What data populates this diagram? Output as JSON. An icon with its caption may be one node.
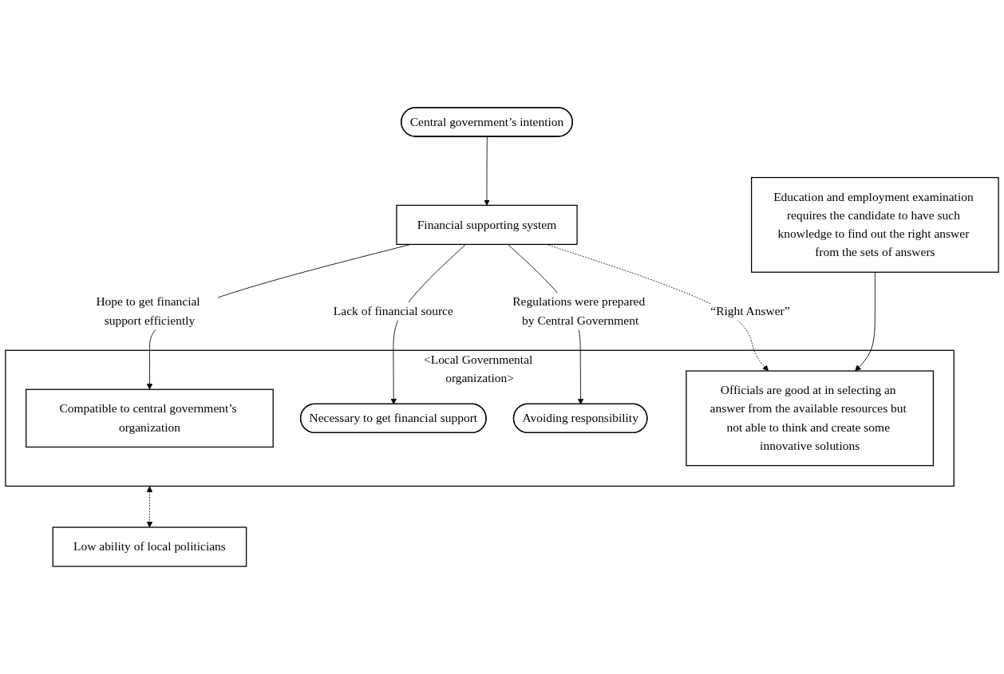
{
  "diagram": {
    "nodes": [
      {
        "text": [
          "Central government’s intention"
        ]
      },
      {
        "text": [
          "Financial supporting system"
        ]
      },
      {
        "text": [
          "<Local Governmental organization>"
        ]
      },
      {
        "text": [
          "Compatible to central government’s organization"
        ],
        "in": 2
      },
      {
        "text": [
          "Necessary to get financial support"
        ],
        "in": 2
      },
      {
        "text": [
          "Avoiding responsibility"
        ],
        "in": 2
      },
      {
        "text": [
          "Officials are good at in selecting an answer from the available resources but not able to think and create some innovative solutions"
        ],
        "in": 2
      },
      {
        "text": [
          "Education and employment examination requires the candidate to have such knowledge to find out the right answer from the sets of answers"
        ]
      },
      {
        "text": [
          "Low ability of local politicians"
        ]
      }
    ],
    "edges": [
      {
        "from": 0,
        "to": 1,
        "arrow": "to"
      },
      {
        "from": 1,
        "to": 3,
        "arrow": "to",
        "label": "Hope to get financial support efficiently"
      },
      {
        "from": 1,
        "to": 4,
        "arrow": "to",
        "label": "Lack of financial source"
      },
      {
        "from": 1,
        "to": 5,
        "arrow": "to",
        "label": "Regulations were prepared by Central Government"
      },
      {
        "from": 1,
        "to": 6,
        "arrow": "to",
        "label": "“Right Answer”",
        "style": "dashed"
      },
      {
        "from": 7,
        "to": 6,
        "arrow": "to"
      },
      {
        "from": 2,
        "to": 8,
        "arrow": "both",
        "style": "dashed"
      }
    ]
  }
}
